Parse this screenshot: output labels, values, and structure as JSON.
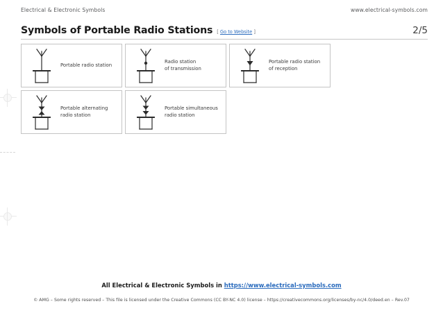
{
  "header": {
    "left_text": "Electrical & Electronic Symbols",
    "right_text": "www.electrical-symbols.com"
  },
  "title": {
    "text": "Symbols of Portable Radio Stations",
    "link_open_bracket": "[",
    "link_text": "Go to Website",
    "link_close_bracket": "]",
    "page_number": "2/5"
  },
  "symbols": [
    {
      "label": "Portable radio station",
      "icon": "portable-radio-station-symbol",
      "marker": "none"
    },
    {
      "label": "Radio station\nof transmission",
      "icon": "radio-station-transmission-symbol",
      "marker": "dot"
    },
    {
      "label": "Portable radio station\nof reception",
      "icon": "portable-radio-station-reception-symbol",
      "marker": "triangle-down"
    },
    {
      "label": "Portable alternating\nradio station",
      "icon": "portable-alternating-radio-station-symbol",
      "marker": "triangle-opposed"
    },
    {
      "label": "Portable simultaneous\nradio station",
      "icon": "portable-simultaneous-radio-station-symbol",
      "marker": "triangle-double-down"
    }
  ],
  "footer": {
    "main_prefix": "All Electrical & Electronic Symbols in ",
    "main_link": "https://www.electrical-symbols.com",
    "legal": "© AMG – Some rights reserved – This file is licensed under the Creative Commons (CC BY-NC 4.0) license – https://creativecommons.org/licenses/by-nc/4.0/deed.en – Rev.07"
  },
  "colors": {
    "link": "#2a6bbd",
    "border": "#c4c4c4",
    "text": "#3a3a3a",
    "stroke": "#2b2b2b"
  }
}
